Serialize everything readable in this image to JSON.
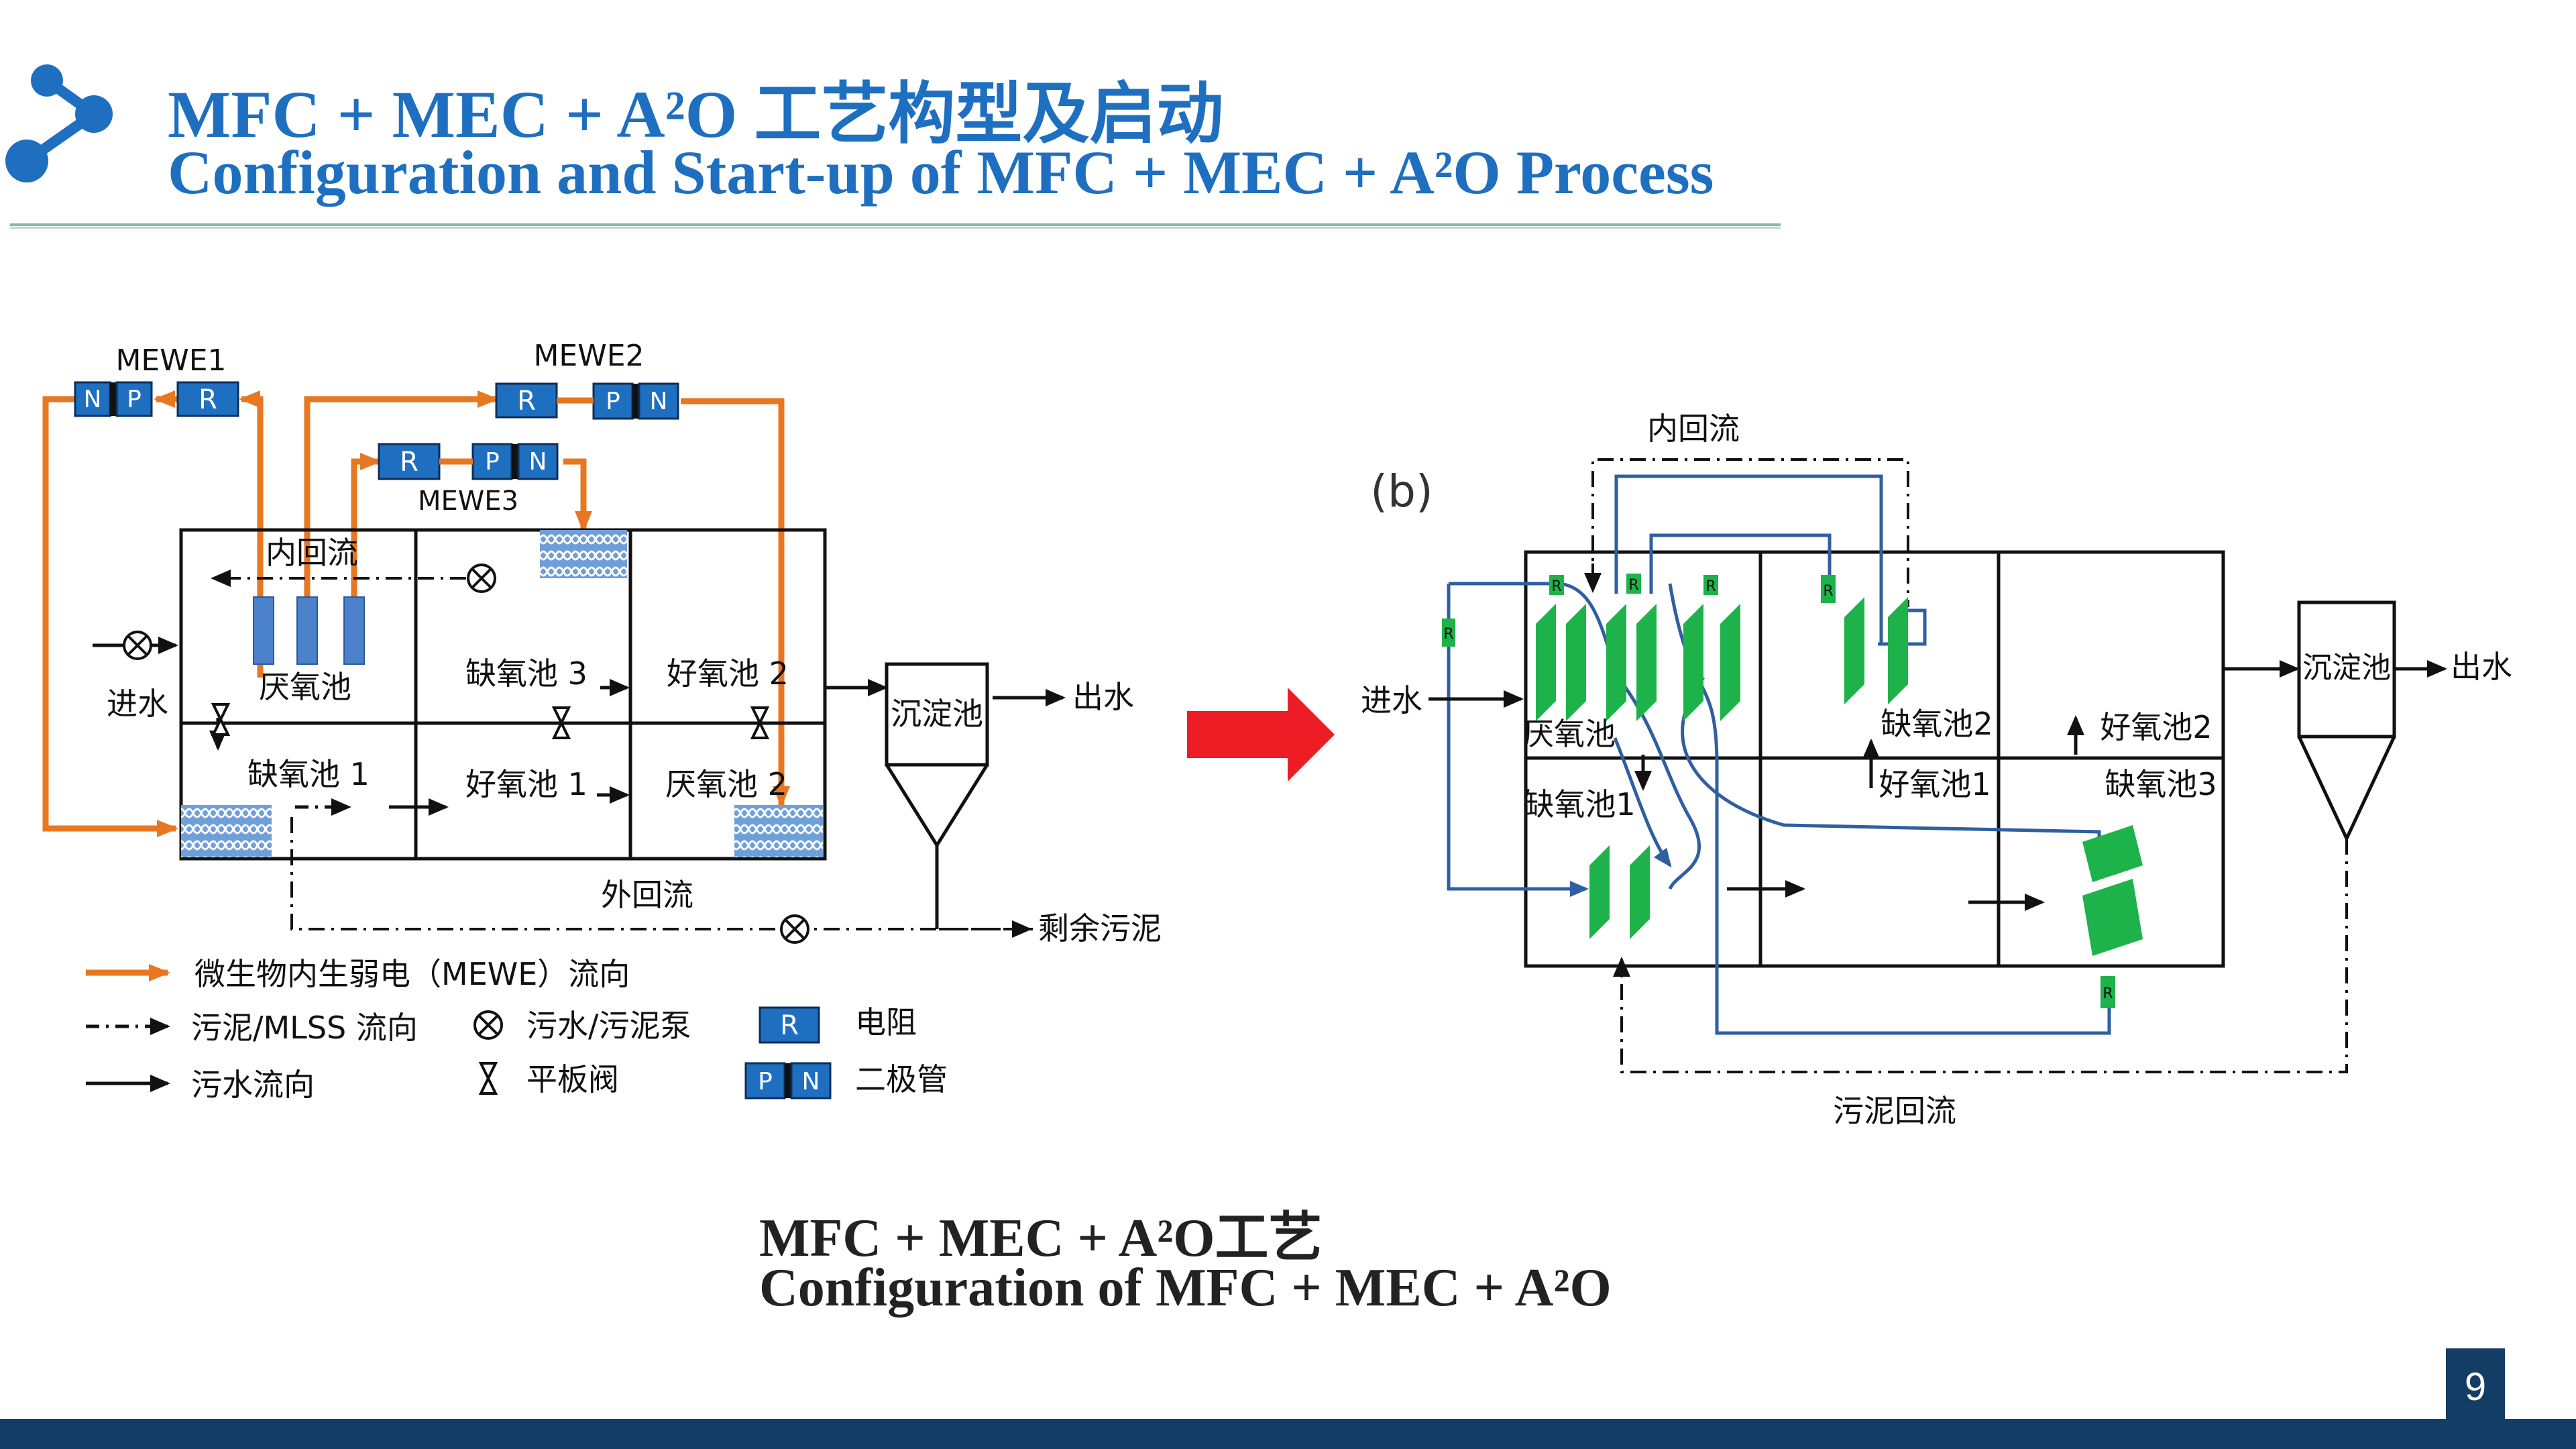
{
  "header": {
    "title_zh": "MFC + MEC + A²O 工艺构型及启动",
    "title_en": "Configuration and Start-up of MFC + MEC + A²O Process"
  },
  "diagram_a": {
    "units": {
      "mewe1": "MEWE1",
      "mewe2": "MEWE2",
      "mewe3": "MEWE3"
    },
    "tanks": {
      "anaerobic": "厌氧池",
      "anoxic3": "缺氧池 3",
      "aerobic2": "好氧池 2",
      "anoxic1": "缺氧池 1",
      "aerobic1": "好氧池 1",
      "anaerobic2": "厌氧池 2",
      "settler": "沉淀池"
    },
    "flows": {
      "inflow": "进水",
      "outflow": "出水",
      "internal": "内回流",
      "external": "外回流",
      "excess_sludge": "剩余污泥"
    },
    "legend": {
      "mewe_flow": "微生物内生弱电（MEWE）流向",
      "sludge_flow": "污泥/MLSS 流向",
      "sewage_flow": "污水流向",
      "pump": "污水/污泥泵",
      "valve": "平板阀",
      "resistor": "电阻",
      "diode": "二极管"
    },
    "symbols": {
      "resistor": "R",
      "p": "P",
      "n": "N"
    }
  },
  "diagram_b": {
    "label": "(b)",
    "flows": {
      "internal": "内回流",
      "inflow": "进水",
      "outflow": "出水",
      "sludge_return": "污泥回流"
    },
    "tanks": {
      "anaerobic": "厌氧池",
      "anoxic2": "缺氧池2",
      "aerobic2": "好氧池2",
      "anoxic1": "缺氧池1",
      "aerobic1": "好氧池1",
      "anoxic3": "缺氧池3",
      "settler": "沉淀池"
    },
    "resistor": "R"
  },
  "caption": {
    "line1": "MFC + MEC + A²O工艺",
    "line2": "Configuration of MFC + MEC + A²O"
  },
  "page_number": "9",
  "colors": {
    "title": "#1f6fc0",
    "mewe_line": "#e87722",
    "box_blue": "#1f6fc0",
    "green": "#1eb34a",
    "arrow_red": "#ee1c24",
    "footer": "#143d66"
  }
}
